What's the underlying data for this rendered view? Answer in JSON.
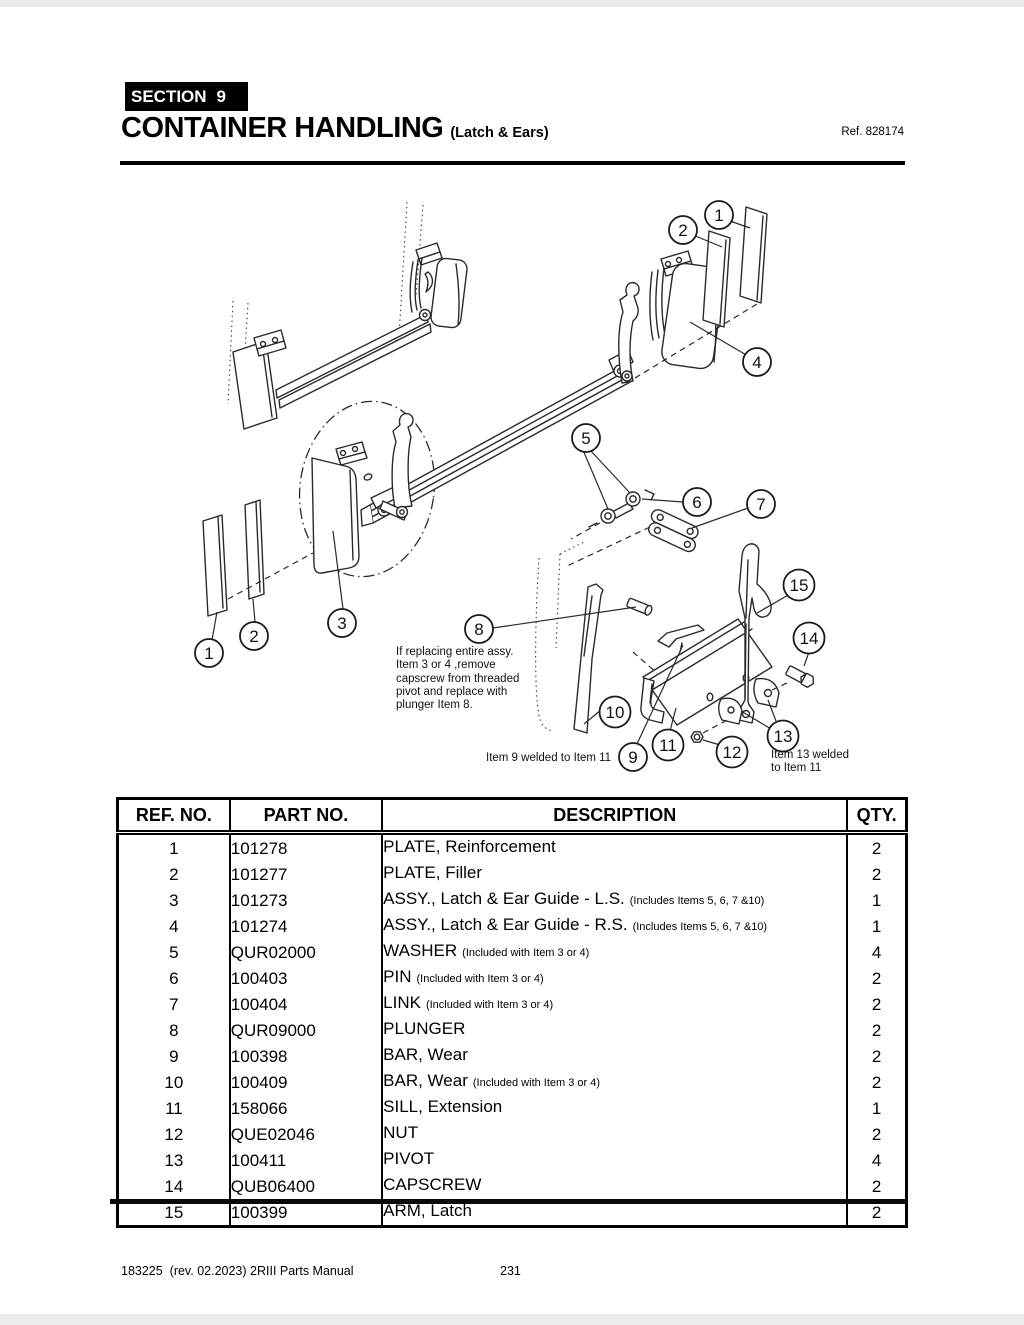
{
  "header": {
    "section_label": "SECTION",
    "section_number": "9",
    "title": "CONTAINER HANDLING",
    "subtitle": "(Latch & Ears)",
    "ref": "Ref. 828174"
  },
  "diagram": {
    "callout_labels": [
      "1",
      "2",
      "4",
      "5",
      "6",
      "7",
      "8",
      "1",
      "2",
      "3",
      "10",
      "9",
      "11",
      "12",
      "13",
      "14",
      "15"
    ],
    "notes": {
      "replace_note": "If replacing entire assy.\nItem 3 or 4 ,remove\ncapscrew from threaded\npivot and replace with\nplunger Item 8.",
      "weld_note_9": "Item 9 welded to Item 11",
      "weld_note_13": "Item 13 welded\nto Item 11"
    }
  },
  "table": {
    "headers": [
      "REF. NO.",
      "PART NO.",
      "DESCRIPTION",
      "QTY."
    ],
    "rows": [
      {
        "ref": "1",
        "part": "101278",
        "desc": "PLATE, Reinforcement",
        "note": "",
        "qty": "2"
      },
      {
        "ref": "2",
        "part": "101277",
        "desc": "PLATE, Filler",
        "note": "",
        "qty": "2"
      },
      {
        "ref": "3",
        "part": "101273",
        "desc": "ASSY., Latch & Ear Guide - L.S.",
        "note": "(Includes Items 5, 6, 7 &10)",
        "qty": "1"
      },
      {
        "ref": "4",
        "part": "101274",
        "desc": "ASSY., Latch & Ear Guide - R.S.",
        "note": "(Includes Items 5, 6, 7 &10)",
        "qty": "1"
      },
      {
        "ref": "5",
        "part": "QUR02000",
        "desc": "WASHER",
        "note": "(Included with Item 3 or 4)",
        "qty": "4"
      },
      {
        "ref": "6",
        "part": "100403",
        "desc": "PIN",
        "note": "(Included with Item 3 or 4)",
        "qty": "2"
      },
      {
        "ref": "7",
        "part": "100404",
        "desc": "LINK",
        "note": "(Included with Item 3 or 4)",
        "qty": "2"
      },
      {
        "ref": "8",
        "part": "QUR09000",
        "desc": "PLUNGER",
        "note": "",
        "qty": "2"
      },
      {
        "ref": "9",
        "part": "100398",
        "desc": "BAR, Wear",
        "note": "",
        "qty": "2"
      },
      {
        "ref": "10",
        "part": "100409",
        "desc": "BAR, Wear",
        "note": "(Included with Item 3 or 4)",
        "qty": "2"
      },
      {
        "ref": "11",
        "part": "158066",
        "desc": "SILL, Extension",
        "note": "",
        "qty": "1"
      },
      {
        "ref": "12",
        "part": "QUE02046",
        "desc": "NUT",
        "note": "",
        "qty": "2"
      },
      {
        "ref": "13",
        "part": "100411",
        "desc": "PIVOT",
        "note": "",
        "qty": "4"
      },
      {
        "ref": "14",
        "part": "QUB06400",
        "desc": "CAPSCREW",
        "note": "",
        "qty": "2"
      },
      {
        "ref": "15",
        "part": "100399",
        "desc": "ARM, Latch",
        "note": "",
        "qty": "2"
      }
    ]
  },
  "footer": {
    "left": "183225  (rev. 02.2023) 2RIII Parts Manual",
    "page": "231"
  }
}
